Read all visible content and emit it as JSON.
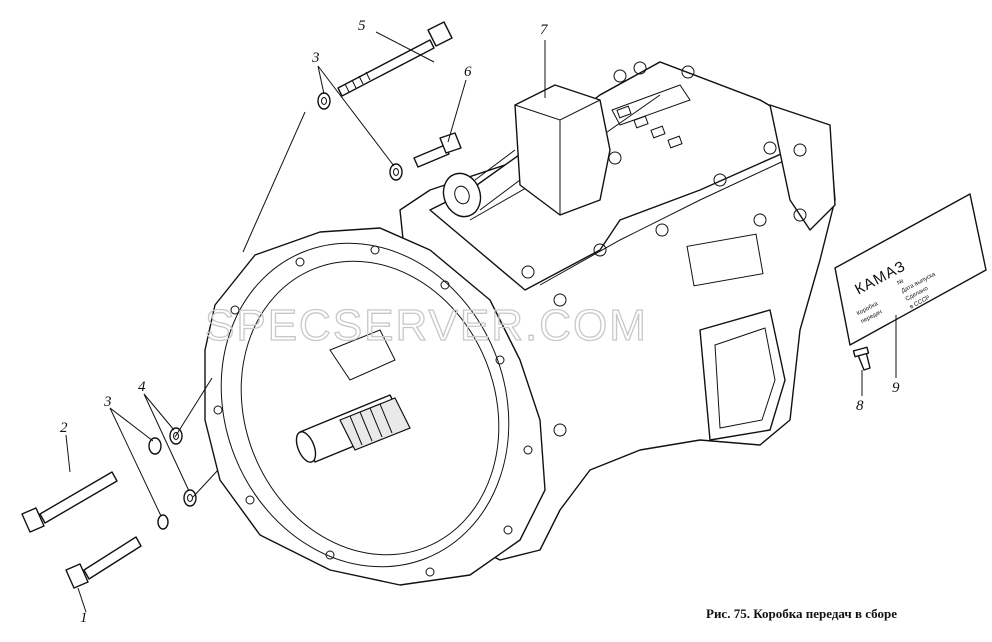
{
  "caption": "Рис. 75. Коробка передач в сборе",
  "watermark": "SPECSERVER.COM",
  "callouts": {
    "c1": "1",
    "c2": "2",
    "c3a": "3",
    "c3b": "3",
    "c4": "4",
    "c5": "5",
    "c6": "6",
    "c7": "7",
    "c8": "8",
    "c9": "9"
  },
  "nameplate": {
    "brand": "КАМАЗ",
    "line1": "Коробка",
    "line2": "передач",
    "line3": "№",
    "line4": "Дата выпуска",
    "line5": "Сделано",
    "line6": "в СССР"
  }
}
